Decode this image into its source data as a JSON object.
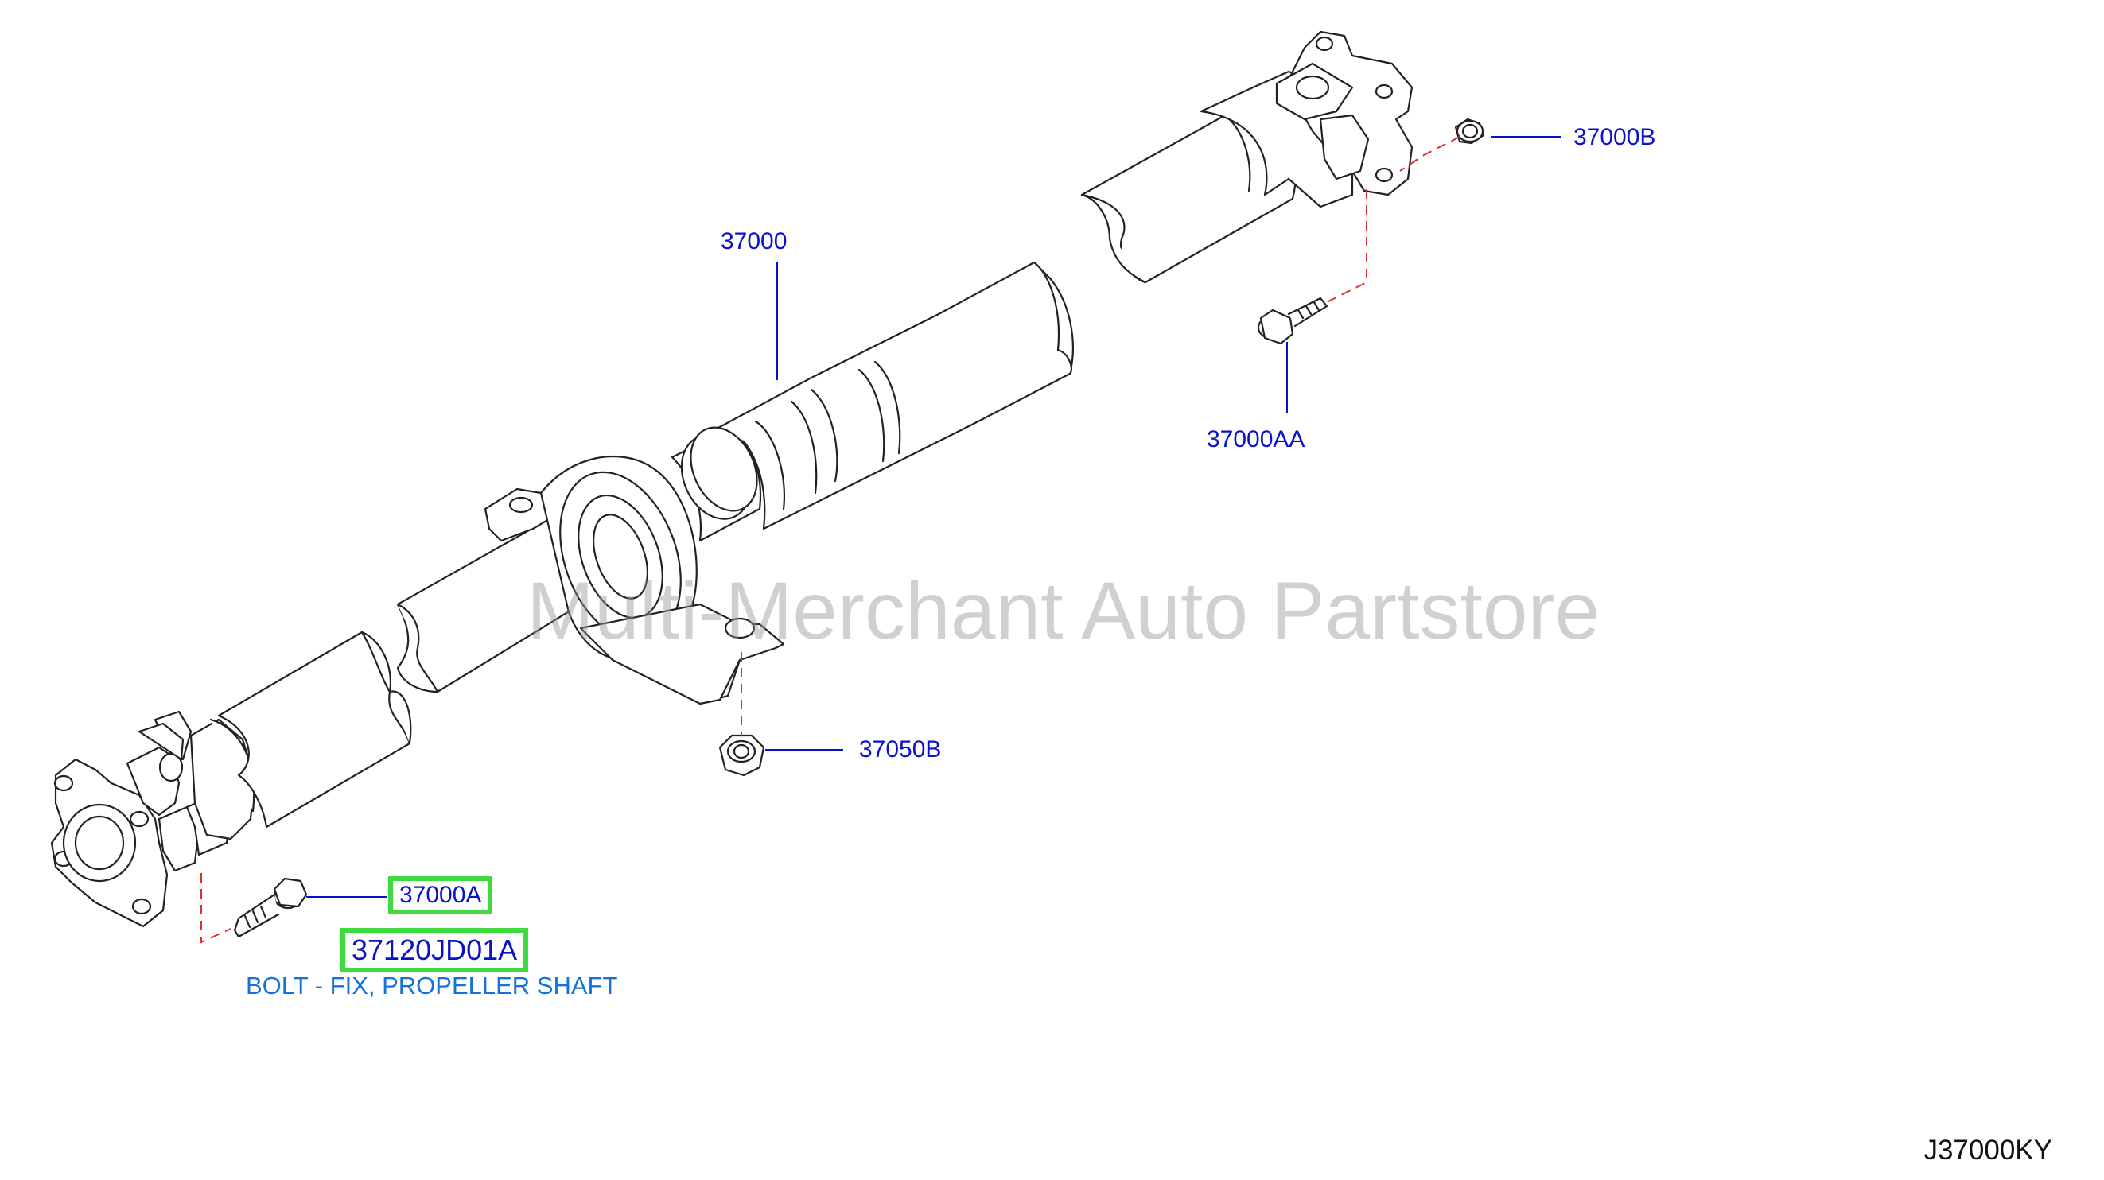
{
  "callouts": {
    "main_shaft": "37000",
    "flange_nut": "37000B",
    "flange_bolt": "37000AA",
    "center_bearing_nut": "37050B",
    "front_bolt_ref": "37000A",
    "front_bolt_part_number": "37120JD01A",
    "front_bolt_description": "BOLT - FIX, PROPELLER SHAFT"
  },
  "watermark": "Multi-Merchant Auto Partstore",
  "diagram_code": "J37000KY",
  "colors": {
    "callout_text": "#0a12c8",
    "description_text": "#1473d8",
    "highlight_box": "#3fdc3f",
    "leader_line": "#0a12c8",
    "dashed_guide": "#e03030",
    "outline": "#222222"
  }
}
